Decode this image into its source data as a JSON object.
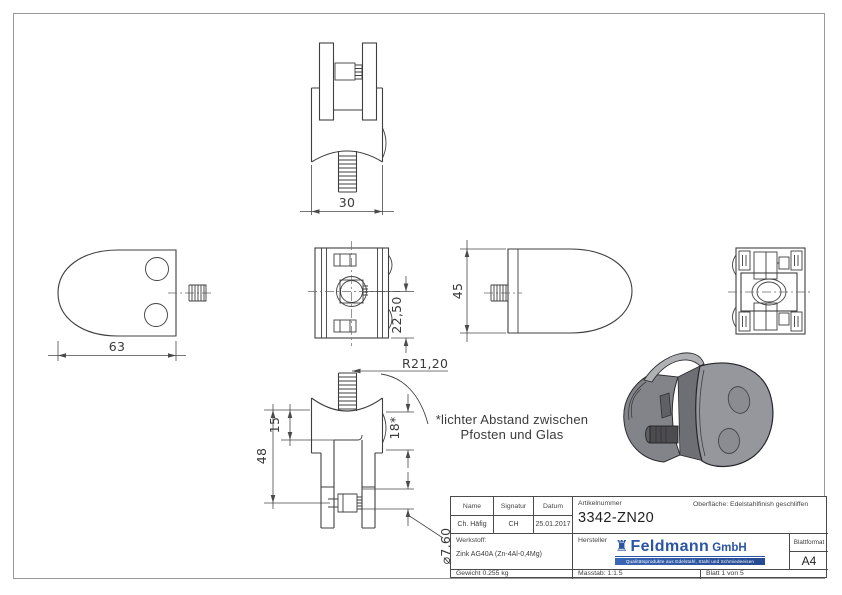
{
  "page": {
    "background": "#ffffff",
    "border_color": "#9a9a9a"
  },
  "drawing": {
    "line_color": "#3f3f3f",
    "dims": {
      "w30": "30",
      "w63": "63",
      "off2250": "22,50",
      "h45": "45",
      "h48": "48",
      "h15": "15",
      "gap18": "18*",
      "rad": "R21,20",
      "dia": "⌀7,60"
    },
    "note_line1": "*lichter Abstand zwischen",
    "note_line2": "Pfosten und Glas"
  },
  "title_block": {
    "name_label": "Name",
    "signature_label": "Signatur",
    "date_label": "Datum",
    "name": "Ch. Häfig",
    "signature": "CH",
    "date": "25.01.2017",
    "article_label": "Artikelnummer",
    "article_number": "3342-ZN20",
    "surface_label": "Oberfläche:",
    "surface": "Edelstahlfinish geschliffen",
    "material_label": "Werkstoff:",
    "material": "Zink AG40A (Zn-4Al-0,4Mg)",
    "manufacturer_label": "Hersteller",
    "logo_brand": "Feldmann",
    "logo_suffix": "GmbH",
    "logo_tagline": "Qualitätsprodukte aus Edelstahl, Stahl und Schmiedeeisen",
    "logo_color": "#2b55a2",
    "format_label": "Blattformat",
    "format": "A4",
    "weight": "Gewicht 0.255 kg",
    "scale": "Masstab: 1:1.5",
    "sheet": "Blatt 1 von 5"
  }
}
